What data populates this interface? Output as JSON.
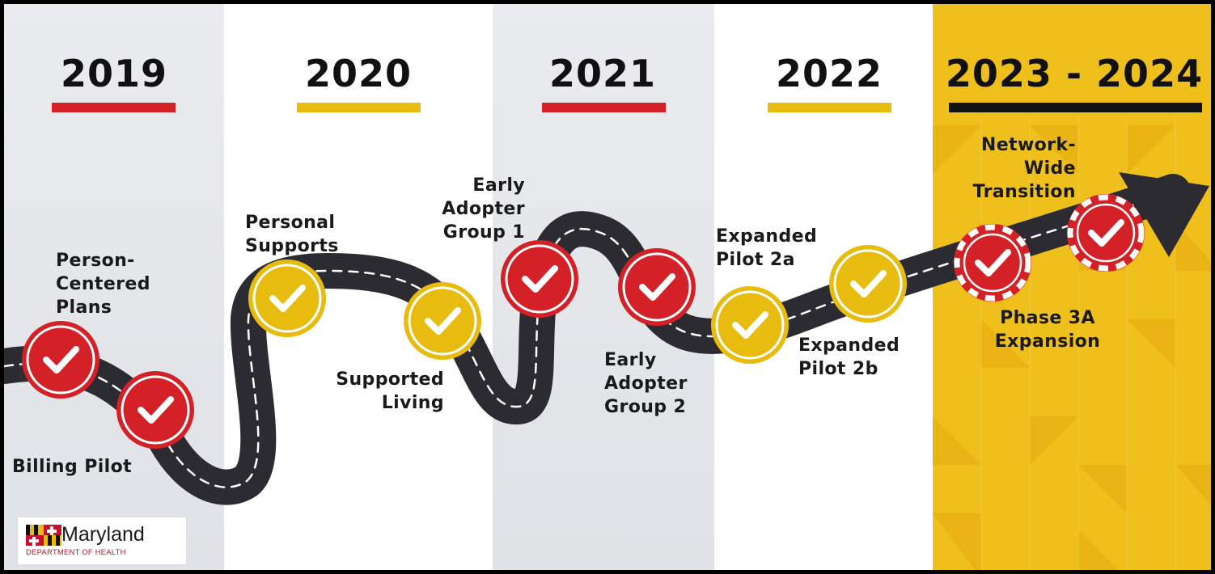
{
  "colors": {
    "red": "#d42027",
    "gold": "#e8bc0f",
    "black": "#111111",
    "road": "#2b2b31",
    "panel_grey": "#e6e8eb",
    "panel_white": "#ffffff",
    "panel_gold": "#efbf1c"
  },
  "years": [
    {
      "label": "2019",
      "bar_color": "#d42027"
    },
    {
      "label": "2020",
      "bar_color": "#e8bc0f"
    },
    {
      "label": "2021",
      "bar_color": "#d42027"
    },
    {
      "label": "2022",
      "bar_color": "#e8bc0f"
    },
    {
      "label": "2023 - 2024",
      "bar_color": "#111111"
    }
  ],
  "milestones": [
    {
      "label": "Person-\nCentered\nPlans",
      "marker_color": "#d42027",
      "marker_style": "solid",
      "icon": "check-icon"
    },
    {
      "label": "Billing Pilot",
      "marker_color": "#d42027",
      "marker_style": "solid",
      "icon": "check-icon"
    },
    {
      "label": "Personal\nSupports",
      "marker_color": "#e8bc0f",
      "marker_style": "solid",
      "icon": "check-icon"
    },
    {
      "label": "Supported\nLiving",
      "marker_color": "#e8bc0f",
      "marker_style": "solid",
      "icon": "check-icon"
    },
    {
      "label": "Early\nAdopter\nGroup 1",
      "marker_color": "#d42027",
      "marker_style": "solid",
      "icon": "check-icon"
    },
    {
      "label": "Early\nAdopter\nGroup 2",
      "marker_color": "#d42027",
      "marker_style": "solid",
      "icon": "check-icon"
    },
    {
      "label": "Expanded\nPilot 2a",
      "marker_color": "#e8bc0f",
      "marker_style": "solid",
      "icon": "check-icon"
    },
    {
      "label": "Expanded\nPilot 2b",
      "marker_color": "#e8bc0f",
      "marker_style": "solid",
      "icon": "check-icon"
    },
    {
      "label": "Phase 3A\nExpansion",
      "marker_color": "#d42027",
      "marker_style": "dashed-ring",
      "icon": "check-icon"
    },
    {
      "label": "Network-\nWide\nTransition",
      "marker_color": "#d42027",
      "marker_style": "dashed-ring",
      "icon": "check-icon"
    }
  ],
  "logo": {
    "name": "Maryland",
    "subtitle": "DEPARTMENT OF HEALTH"
  }
}
